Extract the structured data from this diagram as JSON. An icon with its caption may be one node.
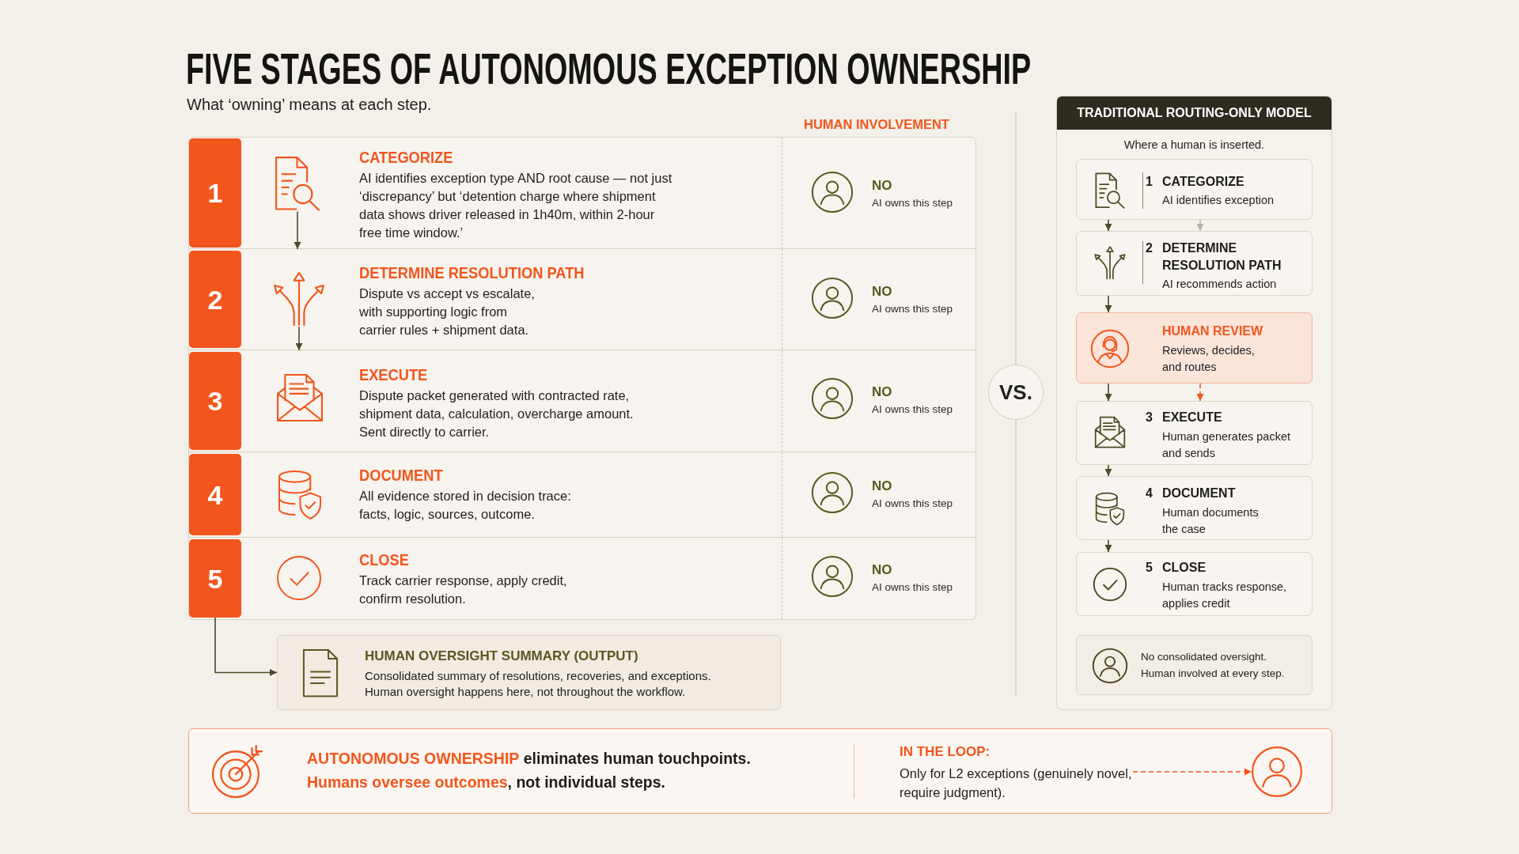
{
  "diagram": {
    "title": "FIVE STAGES OF AUTONOMOUS EXCEPTION OWNERSHIP",
    "nodes": [
      {
        "text": [
          "CATEGORIZE",
          "AI identifies exception type AND root cause — not just ‘discrepancy’ but ‘detention charge where shipment data shows driver released in 1h40m, within 2-hour free time window.’",
          "NO",
          "AI owns this step"
        ]
      },
      {
        "text": [
          "1"
        ],
        "in": 0
      },
      {
        "text": [],
        "shape": "picture",
        "in": 0
      },
      {
        "text": [
          "DETERMINE RESOLUTION PATH",
          "Dispute vs accept vs escalate, with supporting logic from carrier rules + shipment data.",
          "NO",
          "AI owns this step"
        ]
      },
      {
        "text": [
          "2"
        ],
        "in": 3
      },
      {
        "text": [],
        "shape": "picture",
        "in": 3
      },
      {
        "text": [
          "EXECUTE",
          "Dispute packet generated with contracted rate, shipment data, calculation, overcharge amount. Sent directly to carrier.",
          "NO",
          "AI owns this step"
        ]
      },
      {
        "text": [
          "3"
        ],
        "in": 6
      },
      {
        "text": [
          "DOCUMENT",
          "All evidence stored in decision trace: facts, logic, sources, outcome.",
          "NO",
          "AI owns this step"
        ]
      },
      {
        "text": [
          "4"
        ],
        "in": 8
      },
      {
        "text": [
          "CLOSE",
          "Track carrier response, apply credit, confirm resolution.",
          "NO",
          "AI owns this step"
        ]
      },
      {
        "text": [
          "5"
        ],
        "in": 10
      },
      {
        "text": [
          "HUMAN OVERSIGHT SUMMARY (OUTPUT)",
          "Consolidated summary of resolutions, recoveries, and exceptions. Human oversight happens here, not throughout the workflow."
        ]
      },
      {
        "text": [
          "VS."
        ]
      },
      {
        "text": [
          "TRADITIONAL ROUTING-ONLY MODEL",
          "Where a human is inserted."
        ]
      },
      {
        "text": [
          "1",
          "CATEGORIZE",
          "AI identifies exception"
        ],
        "in": 14
      },
      {
        "text": [
          "2",
          "DETERMINE RESOLUTION PATH",
          "AI recommends action"
        ],
        "in": 14
      },
      {
        "text": [
          "HUMAN REVIEW",
          "Reviews, decides, and routes"
        ],
        "in": 14
      },
      {
        "text": [
          "3",
          "EXECUTE",
          "Human generates packet and sends"
        ],
        "in": 14
      },
      {
        "text": [
          "4",
          "DOCUMENT",
          "Human documents the case"
        ],
        "in": 14
      },
      {
        "text": [
          "5",
          "CLOSE",
          "Human tracks response, applies credit"
        ],
        "in": 14
      },
      {
        "text": [
          "No consolidated oversight. Human involved at every step."
        ],
        "in": 14
      },
      {
        "text": [
          "**AUTONOMOUS OWNERSHIP** eliminates human touchpoints. **Humans oversee outcomes**, not individual steps."
        ]
      },
      {
        "text": [
          "IN THE LOOP:",
          "Only for L2 exceptions (genuinely novel, require judgment)."
        ],
        "in": 22
      },
      {
        "text": [],
        "shape": "person",
        "in": 22
      }
    ],
    "edges": [
      {
        "from": 2,
        "to": 3,
        "arrow": "to"
      },
      {
        "from": 5,
        "to": 6,
        "arrow": "to"
      },
      {
        "from": 11,
        "to": 12,
        "arrow": "to"
      },
      {
        "from": 15,
        "to": 16,
        "arrow": "to"
      },
      {
        "from": 15,
        "to": 16,
        "arrow": "to",
        "color": "#b8b0a3"
      },
      {
        "from": 16,
        "to": 17,
        "arrow": "to"
      },
      {
        "from": 17,
        "to": 18,
        "arrow": "to"
      },
      {
        "from": 17,
        "to": 18,
        "arrow": "to",
        "style": "dashed",
        "color": "#f1561d"
      },
      {
        "from": 18,
        "to": 19,
        "arrow": "to"
      },
      {
        "from": 19,
        "to": 20,
        "arrow": "to"
      },
      {
        "from": 23,
        "to": 24,
        "arrow": "to",
        "style": "dashed",
        "color": "#f1561d"
      }
    ],
    "labels": [
      "What ‘owning’ means at each step.",
      "HUMAN INVOLVEMENT"
    ]
  }
}
